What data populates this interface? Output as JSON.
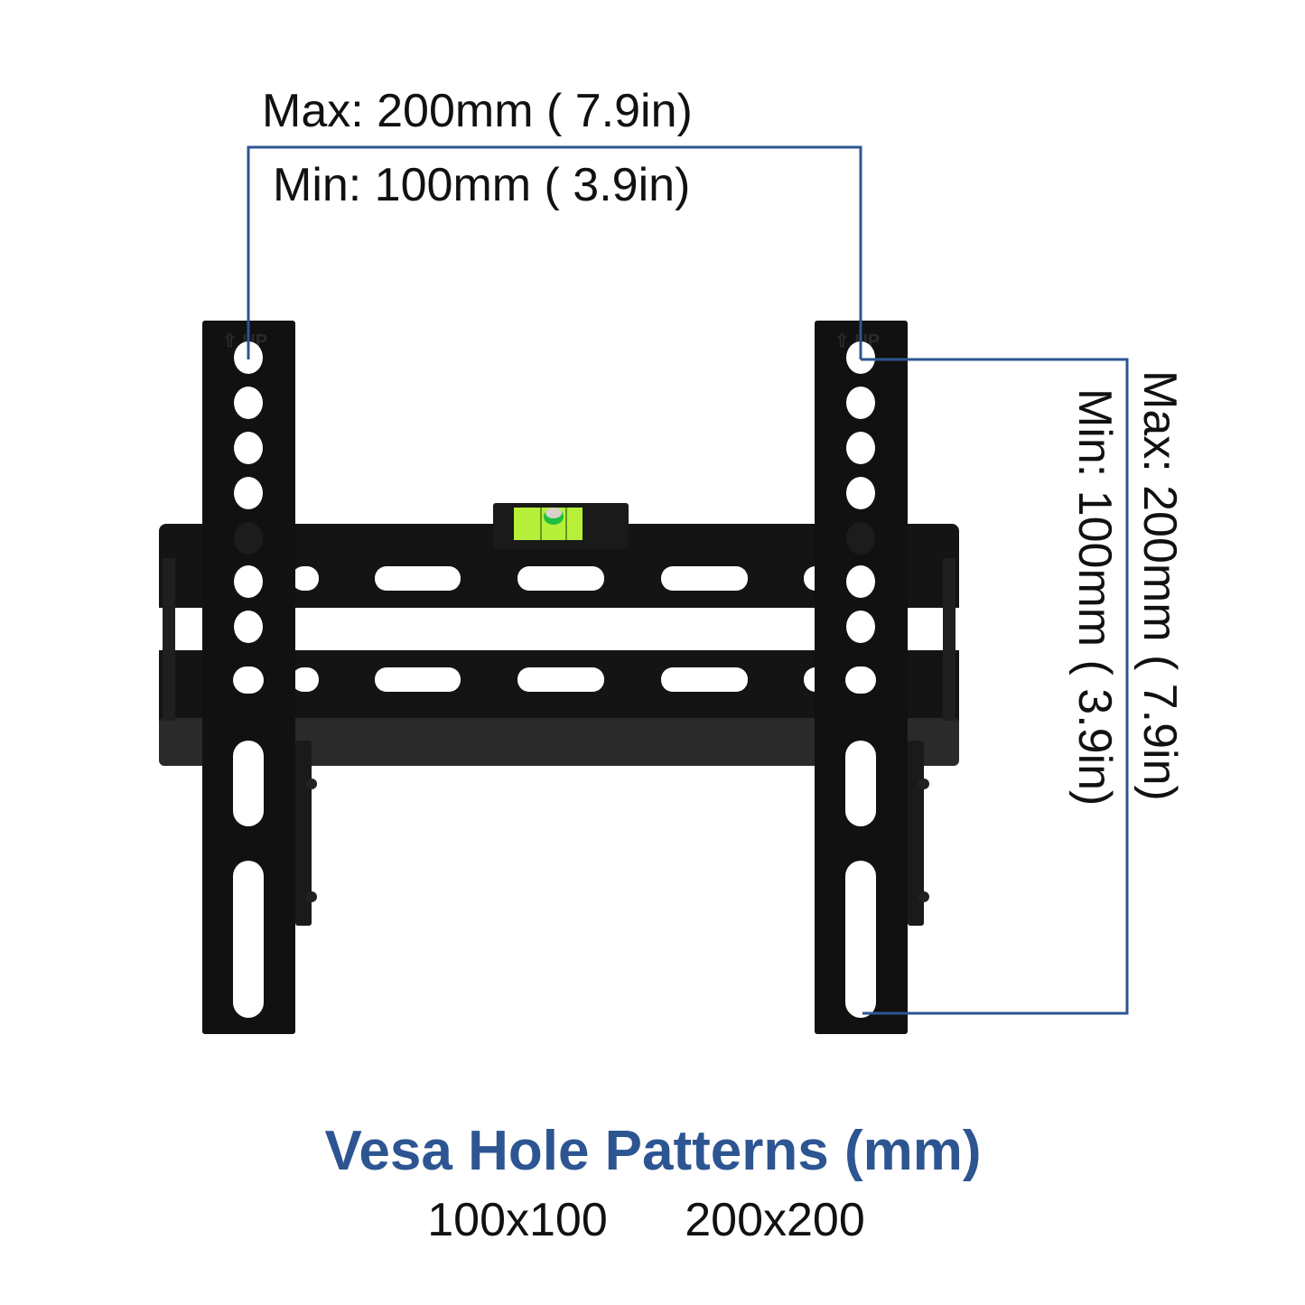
{
  "dimensions": {
    "horizontal": {
      "max": "Max: 200mm ( 7.9in)",
      "min": "Min: 100mm ( 3.9in)"
    },
    "vertical": {
      "max": "Max: 200mm ( 7.9in)",
      "min": "Min: 100mm ( 3.9in)"
    }
  },
  "arm_marking": "UP",
  "caption": {
    "title": "Vesa Hole Patterns (mm)",
    "patterns": [
      "100x100",
      "200x200"
    ]
  },
  "colors": {
    "accent": "#2d5591",
    "bracket": "#151515",
    "level": "#b6f03a"
  }
}
